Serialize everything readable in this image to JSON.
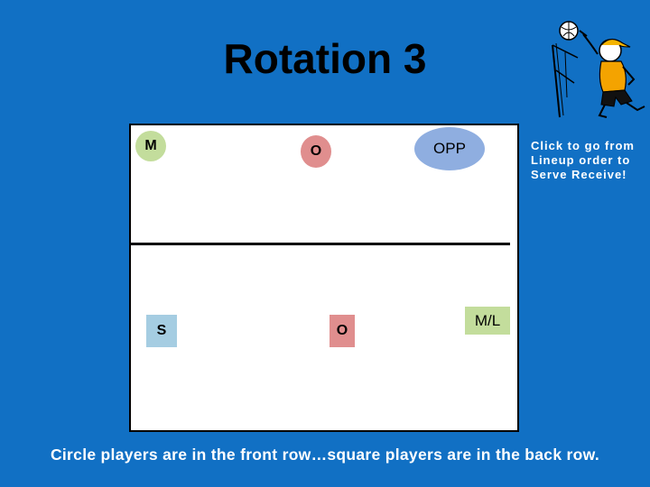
{
  "slide": {
    "title": "Rotation 3",
    "hint": "Click to go from Lineup order to Serve Receive!",
    "footer": "Circle players are in the front row…square players are in the back row."
  },
  "players": {
    "front": [
      {
        "label": "M",
        "shape": "circle",
        "color": "#c3dd9c"
      },
      {
        "label": "O",
        "shape": "circle",
        "color": "#e08e8e"
      },
      {
        "label": "OPP",
        "shape": "circle",
        "color": "#8faee0"
      }
    ],
    "back": [
      {
        "label": "S",
        "shape": "square",
        "color": "#a5cde2"
      },
      {
        "label": "O",
        "shape": "square",
        "color": "#e08e8e"
      },
      {
        "label": "M/L",
        "shape": "square",
        "color": "#c3dd9c"
      }
    ]
  },
  "icons": {
    "clipart": "volleyball-player-icon"
  },
  "colors": {
    "background": "#1170c4",
    "court": "#ffffff",
    "text_light": "#ffffff"
  }
}
